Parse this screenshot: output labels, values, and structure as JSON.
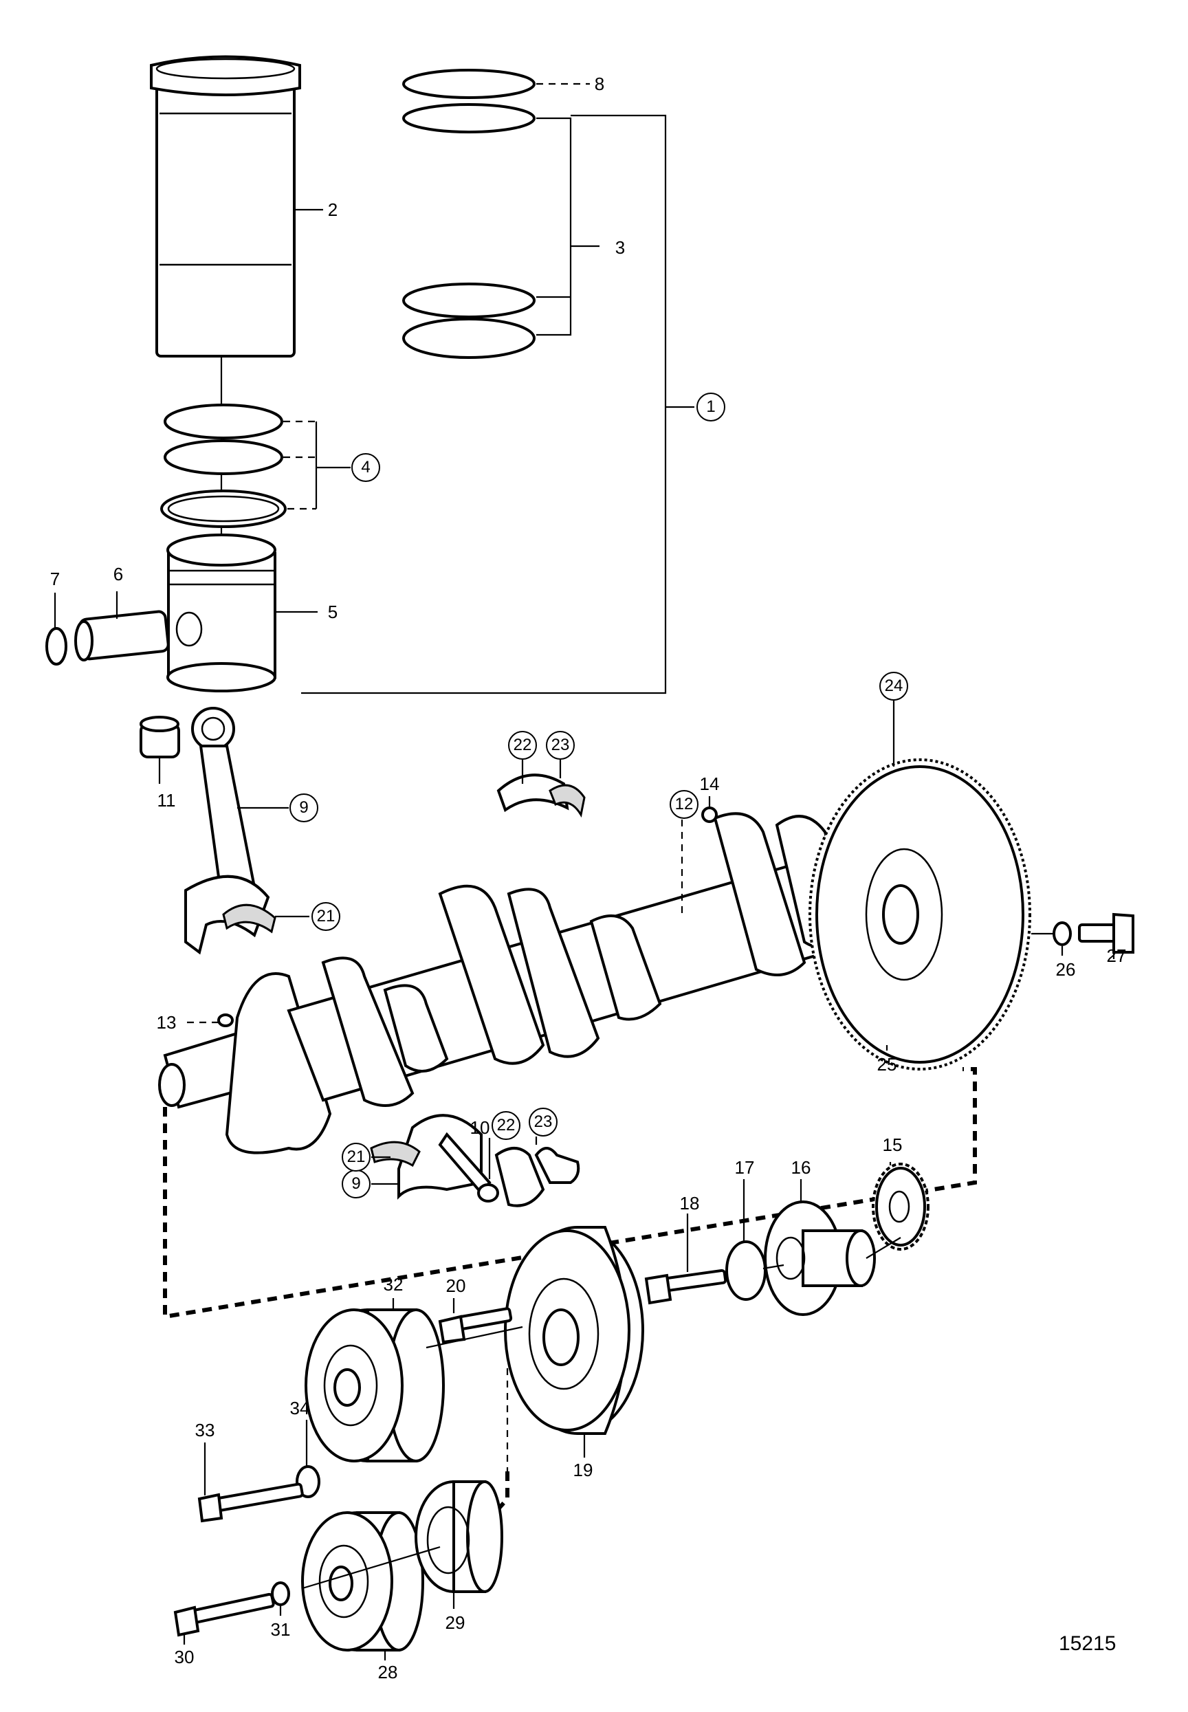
{
  "figure_number": "15215",
  "callouts": [
    {
      "id": "c1",
      "text": "1",
      "circled": true
    },
    {
      "id": "c2",
      "text": "2",
      "circled": false
    },
    {
      "id": "c3",
      "text": "3",
      "circled": false
    },
    {
      "id": "c4",
      "text": "4",
      "circled": true
    },
    {
      "id": "c5",
      "text": "5",
      "circled": false
    },
    {
      "id": "c6",
      "text": "6",
      "circled": false
    },
    {
      "id": "c7",
      "text": "7",
      "circled": false
    },
    {
      "id": "c8",
      "text": "8",
      "circled": false
    },
    {
      "id": "c9a",
      "text": "9",
      "circled": true
    },
    {
      "id": "c9b",
      "text": "9",
      "circled": true
    },
    {
      "id": "c10",
      "text": "10",
      "circled": false
    },
    {
      "id": "c11",
      "text": "11",
      "circled": false
    },
    {
      "id": "c12",
      "text": "12",
      "circled": true
    },
    {
      "id": "c13",
      "text": "13",
      "circled": false
    },
    {
      "id": "c14",
      "text": "14",
      "circled": false
    },
    {
      "id": "c15",
      "text": "15",
      "circled": false
    },
    {
      "id": "c16",
      "text": "16",
      "circled": false
    },
    {
      "id": "c17",
      "text": "17",
      "circled": false
    },
    {
      "id": "c18",
      "text": "18",
      "circled": false
    },
    {
      "id": "c19",
      "text": "19",
      "circled": false
    },
    {
      "id": "c20",
      "text": "20",
      "circled": false
    },
    {
      "id": "c21a",
      "text": "21",
      "circled": true
    },
    {
      "id": "c21b",
      "text": "21",
      "circled": true
    },
    {
      "id": "c22a",
      "text": "22",
      "circled": true
    },
    {
      "id": "c22b",
      "text": "22",
      "circled": true
    },
    {
      "id": "c23a",
      "text": "23",
      "circled": true
    },
    {
      "id": "c23b",
      "text": "23",
      "circled": true
    },
    {
      "id": "c24",
      "text": "24",
      "circled": true
    },
    {
      "id": "c25",
      "text": "25",
      "circled": false
    },
    {
      "id": "c26",
      "text": "26",
      "circled": false
    },
    {
      "id": "c27",
      "text": "27",
      "circled": false
    },
    {
      "id": "c28",
      "text": "28",
      "circled": false
    },
    {
      "id": "c29",
      "text": "29",
      "circled": false
    },
    {
      "id": "c30",
      "text": "30",
      "circled": false
    },
    {
      "id": "c31",
      "text": "31",
      "circled": false
    },
    {
      "id": "c32",
      "text": "32",
      "circled": false
    },
    {
      "id": "c33",
      "text": "33",
      "circled": false
    },
    {
      "id": "c34",
      "text": "34",
      "circled": false
    }
  ]
}
